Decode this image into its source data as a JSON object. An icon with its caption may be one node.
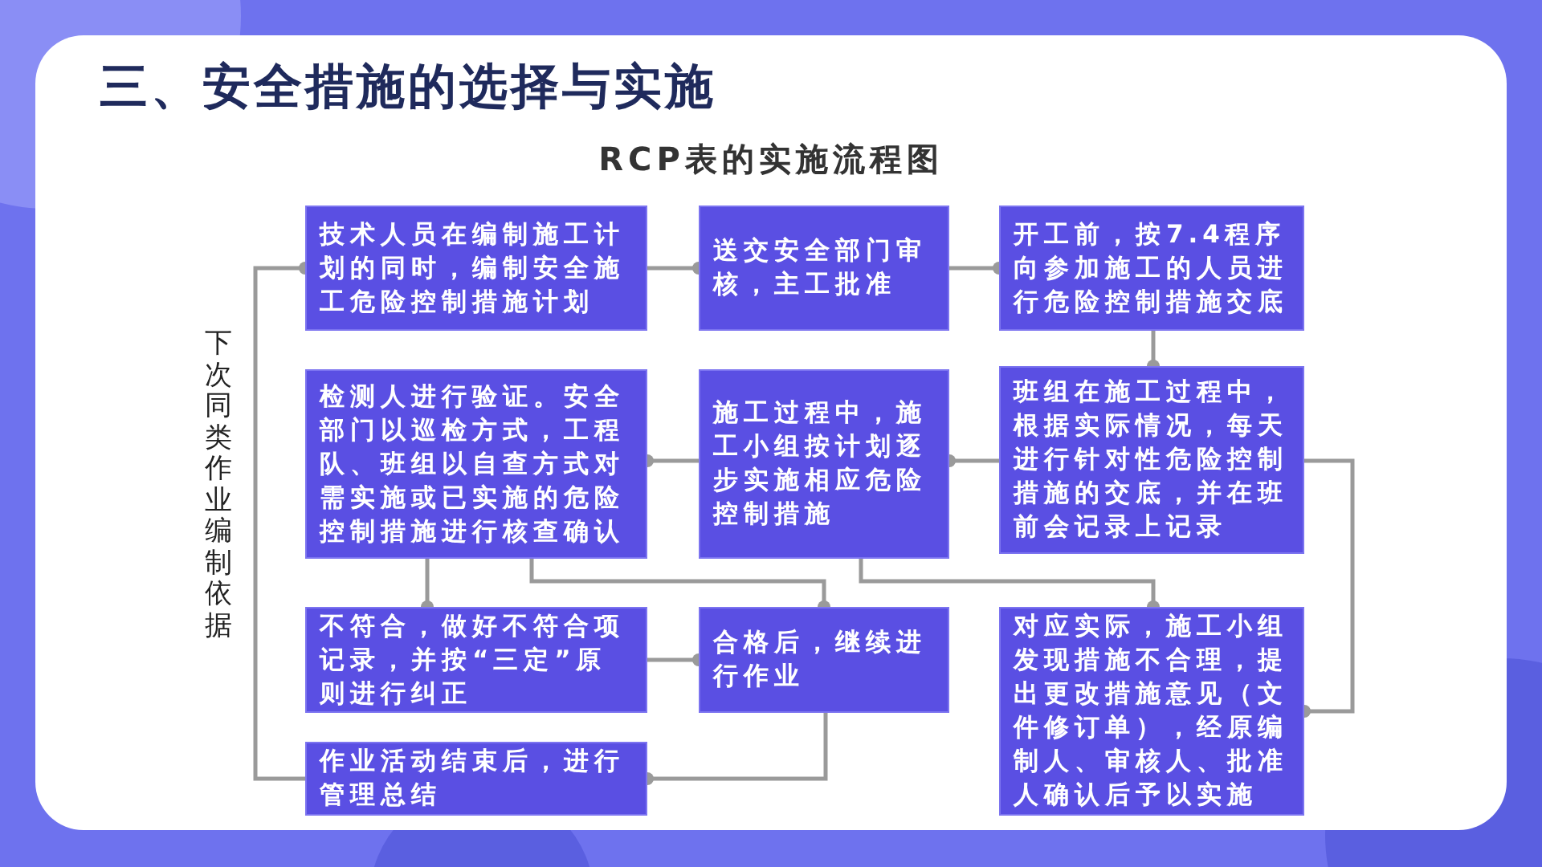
{
  "diagram": {
    "title": "三、安全措施的选择与实施",
    "nodes": [
      {
        "text": [
          "技术人员在编制施工计划的同时，编制安全施工危险控制措施计划"
        ]
      },
      {
        "text": [
          "送交安全部门审核，主工批准"
        ]
      },
      {
        "text": [
          "开工前，按7.4程序向参加施工的人员进行危险控制措施交底"
        ]
      },
      {
        "text": [
          "检测人进行验证。安全部门以巡检方式，工程队、班组以自查方式对需实施或已实施的危险控制措施进行核查确认"
        ]
      },
      {
        "text": [
          "施工过程中，施工小组按计划逐步实施相应危险控制措施"
        ]
      },
      {
        "text": [
          "班组在施工过程中，根据实际情况，每天进行针对性危险控制措施的交底，并在班前会记录上记录"
        ]
      },
      {
        "text": [
          "不符合，做好不符合项记录，并按“三定”原则进行纠正"
        ]
      },
      {
        "text": [
          "合格后，继续进行作业"
        ]
      },
      {
        "text": [
          "作业活动结束后，进行管理总结"
        ]
      },
      {
        "text": [
          "对应实际，施工小组发现措施不合理，提出更改措施意见（文件修订单），经原编制人、审核人、批准人确认后予以实施"
        ]
      }
    ],
    "edges": [
      {
        "from": 0,
        "to": 1,
        "arrow": "other"
      },
      {
        "from": 1,
        "to": 2,
        "arrow": "other"
      },
      {
        "from": 2,
        "to": 5,
        "arrow": "other"
      },
      {
        "from": 5,
        "to": 4,
        "arrow": "other"
      },
      {
        "from": 4,
        "to": 3,
        "arrow": "other"
      },
      {
        "from": 3,
        "to": 6,
        "arrow": "other"
      },
      {
        "from": 3,
        "to": 7,
        "arrow": "other"
      },
      {
        "from": 4,
        "to": 9,
        "arrow": "other"
      },
      {
        "from": 6,
        "to": 7,
        "arrow": "other"
      },
      {
        "from": 7,
        "to": 8,
        "arrow": "other"
      },
      {
        "from": 5,
        "to": 9,
        "arrow": "other"
      },
      {
        "from": 8,
        "to": 0,
        "arrow": "other",
        "label": "下次同类作业编制依据"
      }
    ],
    "labels": [
      "RCP表的实施流程图"
    ]
  }
}
